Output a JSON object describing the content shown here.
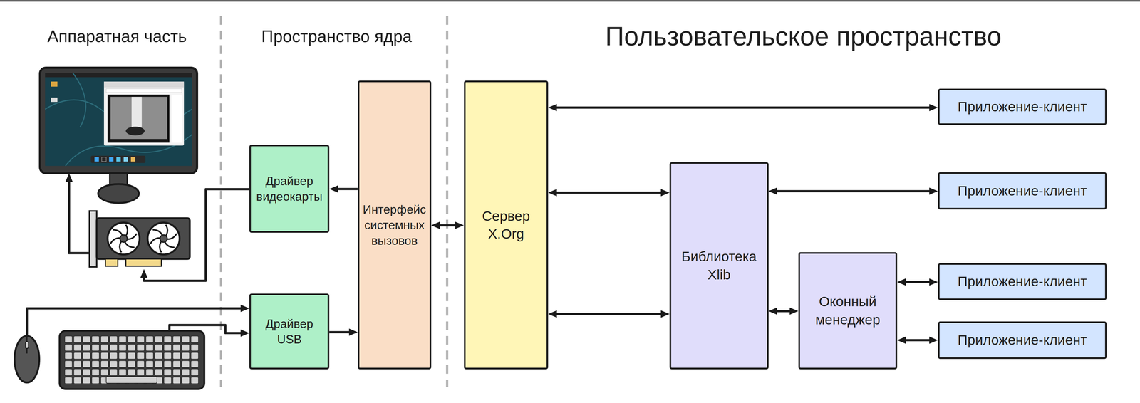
{
  "diagram": {
    "nodes": [
      {
        "text": [
          "Драйвер видеокарты"
        ]
      },
      {
        "text": [
          "Драйвер USB"
        ]
      },
      {
        "text": [
          "Интерфейс системных вызовов"
        ]
      },
      {
        "text": [
          "Сервер X.Org"
        ]
      },
      {
        "text": [
          "Библиотека Xlib"
        ]
      },
      {
        "text": [
          "Оконный менеджер"
        ]
      },
      {
        "text": [
          "Приложение-клиент"
        ]
      },
      {
        "text": [
          "Приложение-клиент"
        ]
      },
      {
        "text": [
          "Приложение-клиент"
        ]
      },
      {
        "text": [
          "Приложение-клиент"
        ]
      }
    ],
    "edges": [
      {
        "from": 2,
        "to": 0,
        "arrow": "to"
      },
      {
        "from": 1,
        "to": 2,
        "arrow": "to"
      },
      {
        "from": 2,
        "to": 3,
        "arrow": "both"
      },
      {
        "from": 3,
        "to": 6,
        "arrow": "both"
      },
      {
        "from": 3,
        "to": 4,
        "arrow": "both"
      },
      {
        "from": 3,
        "to": 4,
        "arrow": "both"
      },
      {
        "from": 4,
        "to": 7,
        "arrow": "both"
      },
      {
        "from": 4,
        "to": 5,
        "arrow": "both"
      },
      {
        "from": 5,
        "to": 8,
        "arrow": "both"
      },
      {
        "from": 5,
        "to": 9,
        "arrow": "both"
      }
    ],
    "labels": [
      "Аппаратная часть",
      "Пространство ядра",
      "Пользовательское пространство"
    ]
  }
}
